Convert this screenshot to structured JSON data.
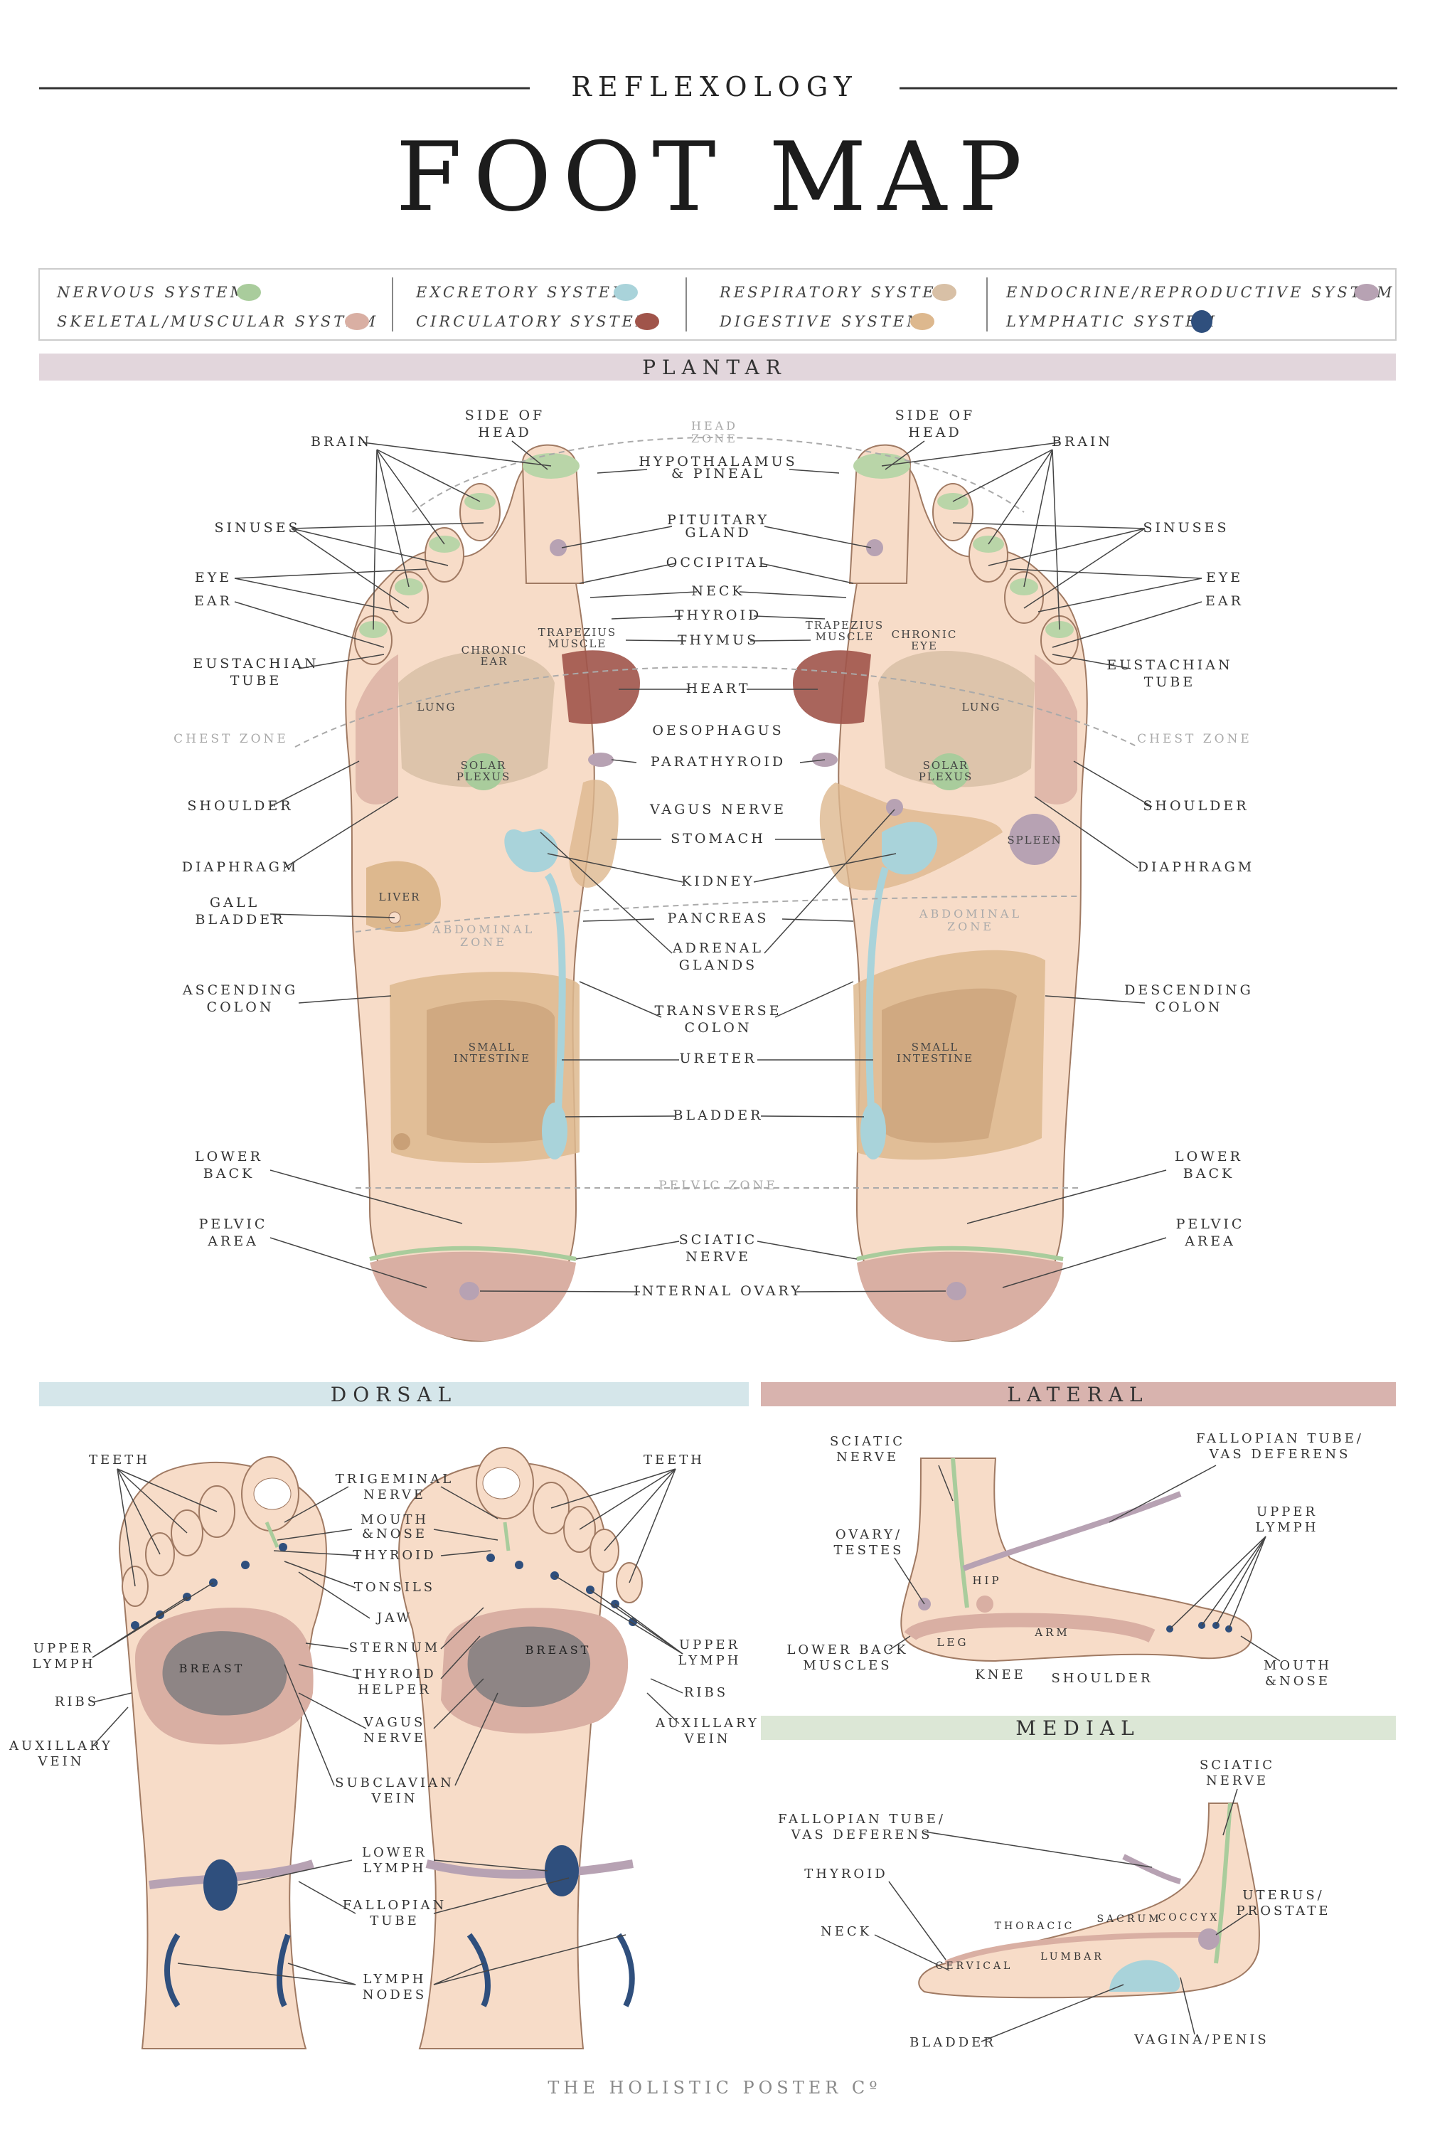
{
  "header": {
    "kicker": "REFLEXOLOGY",
    "title": "FOOT MAP"
  },
  "legend": [
    {
      "label": "NERVOUS SYSTEM",
      "color": "#A9CC9C",
      "icon": "nervous-swatch"
    },
    {
      "label": "SKELETAL/MUSCULAR SYSTEM",
      "color": "#D9AFA3",
      "icon": "skeletal-swatch"
    },
    {
      "label": "EXCRETORY SYSTEM",
      "color": "#A9D3DA",
      "icon": "excretory-swatch"
    },
    {
      "label": "CIRCULATORY SYSTEM",
      "color": "#A0544A",
      "icon": "circulatory-swatch"
    },
    {
      "label": "RESPIRATORY SYSTEM",
      "color": "#D8C0A6",
      "icon": "respiratory-swatch"
    },
    {
      "label": "DIGESTIVE SYSTEM",
      "color": "#DDB88E",
      "icon": "digestive-swatch"
    },
    {
      "label": "ENDOCRINE/REPRODUCTIVE SYSTEM",
      "color": "#B7A2B3",
      "icon": "endocrine-swatch"
    },
    {
      "label": "LYMPHATIC SYSTEM",
      "color": "#2F4F7D",
      "icon": "lymphatic-swatch"
    }
  ],
  "sections": {
    "plantar": "PLANTAR",
    "dorsal": "DORSAL",
    "lateral": "LATERAL",
    "medial": "MEDIAL"
  },
  "plantar": {
    "zones": [
      "HEAD ZONE",
      "CHEST ZONE",
      "ABDOMINAL ZONE",
      "PELVIC ZONE"
    ],
    "center_labels": [
      "HYPOTHALAMUS & PINEAL",
      "PITUITARY GLAND",
      "OCCIPITAL",
      "NECK",
      "THYROID",
      "THYMUS",
      "HEART",
      "OESOPHAGUS",
      "PARATHYROID",
      "VAGUS NERVE",
      "STOMACH",
      "KIDNEY",
      "PANCREAS",
      "ADRENAL GLANDS",
      "TRANSVERSE COLON",
      "URETER",
      "BLADDER",
      "SCIATIC NERVE",
      "INTERNAL OVARY"
    ],
    "side_labels": [
      "SIDE OF HEAD",
      "BRAIN",
      "SINUSES",
      "EYE",
      "EAR",
      "EUSTACHIAN TUBE",
      "SHOULDER",
      "DIAPHRAGM",
      "GALL BLADDER",
      "ASCENDING COLON",
      "DESCENDING COLON",
      "LOWER BACK",
      "PELVIC AREA"
    ],
    "in_foot": [
      "TRAPEZIUS MUSCLE",
      "CHRONIC EAR",
      "CHRONIC EYE",
      "LUNG",
      "SOLAR PLEXUS",
      "LIVER",
      "SPLEEN",
      "SMALL INTESTINE"
    ]
  },
  "dorsal": {
    "labels": [
      "TEETH",
      "TRIGEMINAL NERVE",
      "MOUTH & NOSE",
      "THYROID",
      "TONSILS",
      "JAW",
      "STERNUM",
      "THYROID HELPER",
      "VAGUS NERVE",
      "SUBCLAVIAN VEIN",
      "UPPER LYMPH",
      "RIBS",
      "AUXILLARY VEIN",
      "LOWER LYMPH",
      "FALLOPIAN TUBE",
      "LYMPH NODES",
      "BREAST"
    ]
  },
  "lateral": {
    "labels": [
      "SCIATIC NERVE",
      "FALLOPIAN TUBE/ VAS DEFERENS",
      "OVARY/ TESTES",
      "UPPER LYMPH",
      "HIP",
      "ARM",
      "LEG",
      "LOWER BACK MUSCLES",
      "KNEE",
      "SHOULDER",
      "MOUTH & NOSE"
    ]
  },
  "medial": {
    "labels": [
      "SCIATIC NERVE",
      "FALLOPIAN TUBE/ VAS DEFERENS",
      "THYROID",
      "UTERUS/ PROSTATE",
      "NECK",
      "THORACIC",
      "SACRUM",
      "COCCYX",
      "LUMBAR",
      "CERVICAL",
      "BLADDER",
      "VAGINA/PENIS"
    ]
  },
  "footer": {
    "brand": "THE HOLISTIC POSTER Cº"
  }
}
